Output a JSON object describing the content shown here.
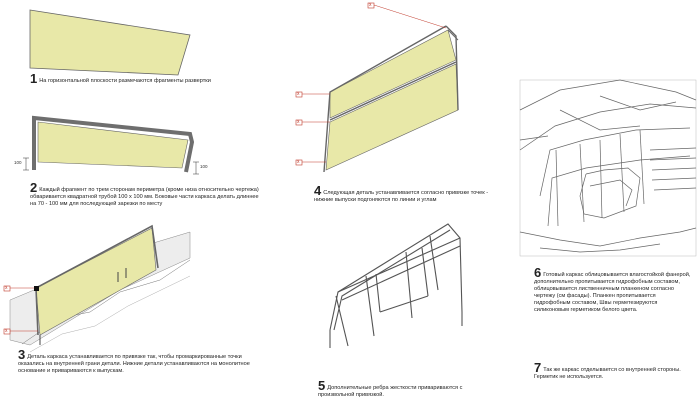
{
  "steps": [
    {
      "num": "1",
      "text": "На горизонтальной плоскости размечаются фрагменты развертки"
    },
    {
      "num": "2",
      "text": "Каждый фрагмент по трем сторонам периметра (кроме низа относительно чертежа) обваривается квадратной трубой 100 х 100 мм. Боковые части каркаса делать длиннее на 70 - 100 мм для последующей зарезки по месту"
    },
    {
      "num": "3",
      "text": "Деталь каркаса устанавливается по привязке так, чтобы промаркированные точки оказались на внутренней грани детали. Нижние детали устанавливаются на монолитное основание и привариваются к выпускам."
    },
    {
      "num": "4",
      "text": "Следующая деталь устанавливается согласно привязке точек - нижние выпуски подгоняются по линии и углам"
    },
    {
      "num": "5",
      "text": "Дополнительные ребра жесткости привариваются с произвольной привязкой."
    },
    {
      "num": "6",
      "text": "Готовый каркас облицовывается влагостойкой фанерой, дополнительно пропитывается гидрофобным составом, облицовывается лиственничным планкеном согласно чертежу (см фасады). Планкен пропитывается гидрофобным составом, Швы герметезируются силиконовым герметиком белого цвета."
    },
    {
      "num": "7",
      "text": "Так же каркас отделывается со внутренней стороны. Герметик не используется."
    }
  ],
  "markers": {
    "point_label": "x"
  },
  "dimension_label": "100",
  "colors": {
    "panel_fill": "#e8e8a8",
    "frame_line": "#555555",
    "marker": "#c0392b",
    "frame_gray": "#6e6e6e"
  }
}
